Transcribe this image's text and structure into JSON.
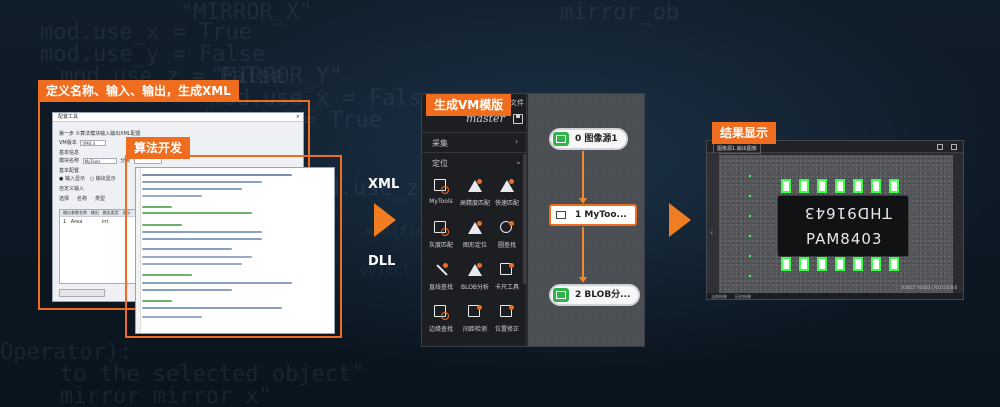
{
  "background_code": {
    "lines": [
      "\"MIRROR_X\"",
      "mod.use_x = True",
      "mod.use_y = False",
      "mod.use_z = False",
      "\"MIRROR_Y\"",
      "mod.use_x = False",
      "mod.use_y = True",
      "mod.use_z = False",
      "Operator):",
      "to the selected object\"",
      "mirror_mirror_x\"",
      "mirror_ob",
      "modifier",
      "object"
    ]
  },
  "steps": {
    "config": "定义名称、输入、输出，生成XML",
    "algo": "算法开发",
    "vm": "生成VM模版",
    "result": "结果显示"
  },
  "config_tool": {
    "title": "配置工具",
    "step_text": "第一步 ①算法模块输入输出XML配置",
    "vm_version_label": "VM版本",
    "vm_version_value": "VM4.3",
    "basic_info": "基本信息",
    "module_name_label": "模块名称",
    "module_name_value": "MyTools",
    "module_type_label": "分类",
    "module_type_value": "",
    "basic_config": "基本配置",
    "input_radio": "输入显示",
    "output_radio": "输出显示",
    "custom_info": "自定义输入",
    "table_headers": [
      "输出参数名称",
      "输出",
      "输出类型",
      "显示"
    ],
    "table_tabs": [
      "选择",
      "名称",
      "类型"
    ],
    "row_index": "1",
    "row_name": "Area",
    "row_type": "int",
    "close": "×"
  },
  "vm_master": {
    "brand": "master",
    "file_menu": "文件",
    "section_capture": "采集",
    "section_locate": "定位",
    "tools": [
      "MyTools",
      "高精度匹配",
      "快速匹配",
      "灰度匹配",
      "图形定位",
      "圆查找",
      "直线查找",
      "BLOB分析",
      "卡尺工具",
      "边缘查找",
      "间距检测",
      "位置修正"
    ],
    "nodes": [
      "0 图像源1",
      "1 MyToo...",
      "2 BLOB分..."
    ]
  },
  "io_labels": {
    "xml": "XML",
    "dll": "DLL"
  },
  "result": {
    "tab": "图像源1.输出图像",
    "chip_text_top": "THD91643",
    "chip_text_bottom": "PAM8403",
    "coord": "X:0017 Y:0163 | R:0 G:0 B:0",
    "bottom_tabs": [
      "当前结果",
      "历史结果"
    ],
    "colors": {
      "pin_highlight": "#3cff4a"
    }
  },
  "colors": {
    "accent": "#f06c1e",
    "node_green": "#2fb34a"
  }
}
